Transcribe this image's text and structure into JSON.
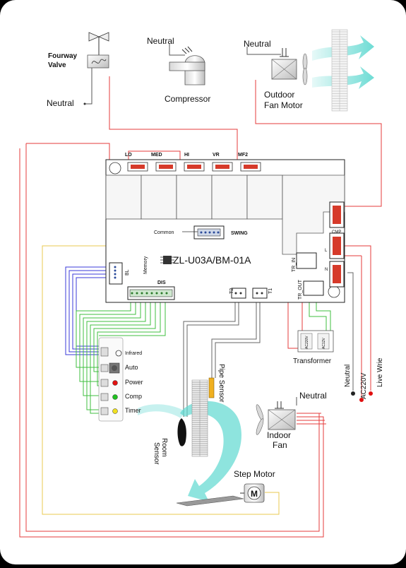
{
  "labels": {
    "fourway_valve": "Fourway",
    "fourway_valve_2": "Valve",
    "neutral": "Neutral",
    "compressor": "Compressor",
    "outdoor_fan_motor_1": "Outdoor",
    "outdoor_fan_motor_2": "Fan Motor",
    "relay_lo": "LO",
    "relay_med": "MED",
    "relay_hi": "HI",
    "relay_vr": "VR",
    "relay_mf2": "MF2",
    "common": "Common",
    "swing": "SWING",
    "board_model": "ZL-U03A/BM-01A",
    "memory": "Memory",
    "bl": "BL",
    "dis": "DIS",
    "t2": "T2",
    "t1": "T1",
    "tr_in": "TR_IN",
    "tr_out": "TR_OUT",
    "cmp": "CMP",
    "l_term": "L",
    "n_term": "N",
    "transformer": "Transformer",
    "ac220v_coil": "AC220V",
    "ac12v_coil": "AC12V",
    "infrared": "Infrared",
    "auto": "Auto",
    "power": "Power",
    "comp": "Comp",
    "timer": "Timer",
    "pipe_sensor": "Pipe Sensor",
    "room_sensor_1": "Room",
    "room_sensor_2": "Sensor",
    "indoor_fan_1": "Indoor",
    "indoor_fan_2": "Fan",
    "step_motor": "Step Motor",
    "motor_letter": "M",
    "ac220v": "AC220V",
    "live_wire": "Live Wrie"
  },
  "colors": {
    "wire_red": "#e53b3b",
    "wire_blue": "#3a3ad8",
    "wire_green": "#3fbf3f",
    "wire_yellow": "#e8c850",
    "wire_gray": "#666666",
    "relay_red": "#d63a2a",
    "airflow_cyan": "#5ed8d0",
    "led_red": "#e01010",
    "led_green": "#20c020",
    "led_yellow": "#f0e020",
    "pipe_sensor_orange": "#f0b020"
  }
}
